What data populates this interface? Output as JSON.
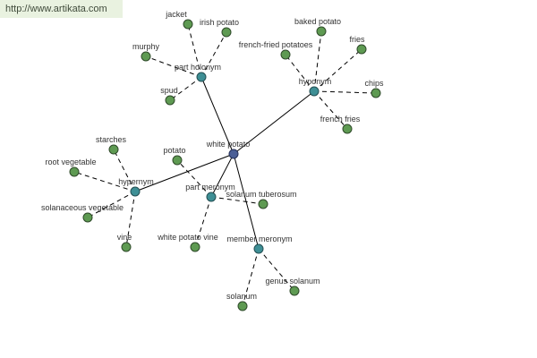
{
  "watermark": "http://www.artikata.com",
  "diagram": {
    "root": {
      "id": "root",
      "label": "white potato"
    },
    "relations": [
      {
        "id": "part-holonym",
        "label": "part holonym",
        "terms": [
          "jacket",
          "irish potato",
          "murphy",
          "spud"
        ]
      },
      {
        "id": "hyponym",
        "label": "hyponym",
        "terms": [
          "baked potato",
          "french-fried potatoes",
          "fries",
          "chips",
          "french fries"
        ]
      },
      {
        "id": "hypernym",
        "label": "hypernym",
        "terms": [
          "starches",
          "root vegetable",
          "solanaceous vegetable",
          "vine"
        ]
      },
      {
        "id": "part-meronym",
        "label": "part meronym",
        "terms": [
          "potato",
          "solanum tuberosum",
          "white potato vine"
        ]
      },
      {
        "id": "member-meronym",
        "label": "member meronym",
        "terms": [
          "genus solanum",
          "solanum"
        ]
      }
    ]
  }
}
